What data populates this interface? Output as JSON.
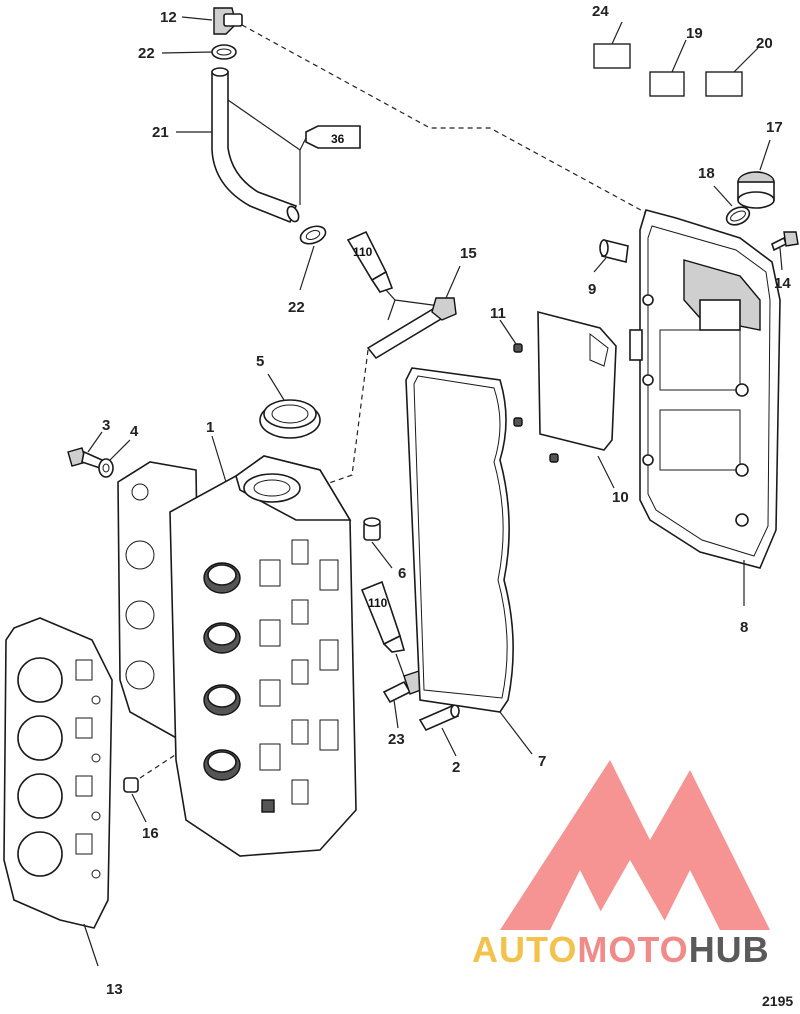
{
  "diagram": {
    "figure_number": "2195",
    "callouts": {
      "c1": "1",
      "c2": "2",
      "c3": "3",
      "c4": "4",
      "c5": "5",
      "c6": "6",
      "c7": "7",
      "c8": "8",
      "c9": "9",
      "c10": "10",
      "c11": "11",
      "c12": "12",
      "c13": "13",
      "c14": "14",
      "c15": "15",
      "c16": "16",
      "c17": "17",
      "c18": "18",
      "c19": "19",
      "c20": "20",
      "c21": "21",
      "c22a": "22",
      "c22b": "22",
      "c23": "23",
      "c24": "24"
    },
    "tube_labels": {
      "t36": "36",
      "t110a": "110",
      "t110b": "110"
    }
  },
  "watermark": {
    "brand_part1": "AUTO",
    "brand_part2": "MOTO",
    "brand_part3": "HUB",
    "colors": {
      "part1": "#f3c24d",
      "part2": "#f28a8a",
      "part3": "#5a5a5a",
      "triangle": "#f36f6f"
    }
  }
}
